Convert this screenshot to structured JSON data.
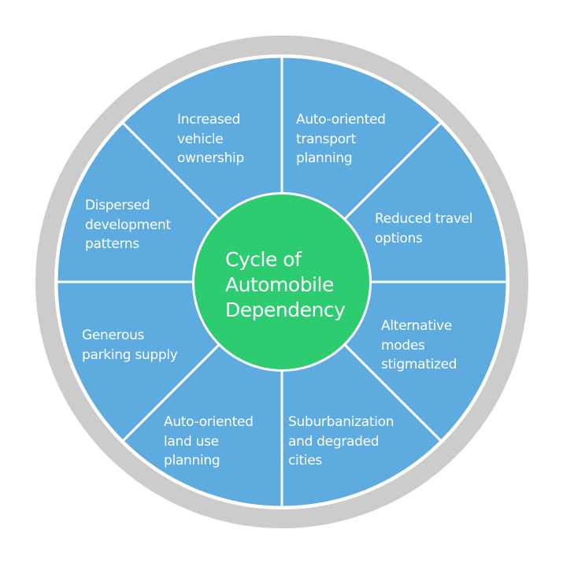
{
  "colors": {
    "ring": "#cccccc",
    "segment": "#5eabdf",
    "divider": "#ffffff",
    "center": "#2ecc71",
    "text": "#ffffff"
  },
  "center": {
    "label": "Cycle of\nAutomobile\nDependency"
  },
  "segments": [
    {
      "label": "Auto-oriented\ntransport\nplanning"
    },
    {
      "label": "Reduced travel\noptions"
    },
    {
      "label": "Alternative\nmodes\nstigmatized"
    },
    {
      "label": "Suburbanization\nand degraded\ncities"
    },
    {
      "label": "Auto-oriented\nland use\nplanning"
    },
    {
      "label": "Generous\nparking supply"
    },
    {
      "label": "Dispersed\ndevelopment\npatterns"
    },
    {
      "label": "Increased\nvehicle\nownership"
    }
  ]
}
